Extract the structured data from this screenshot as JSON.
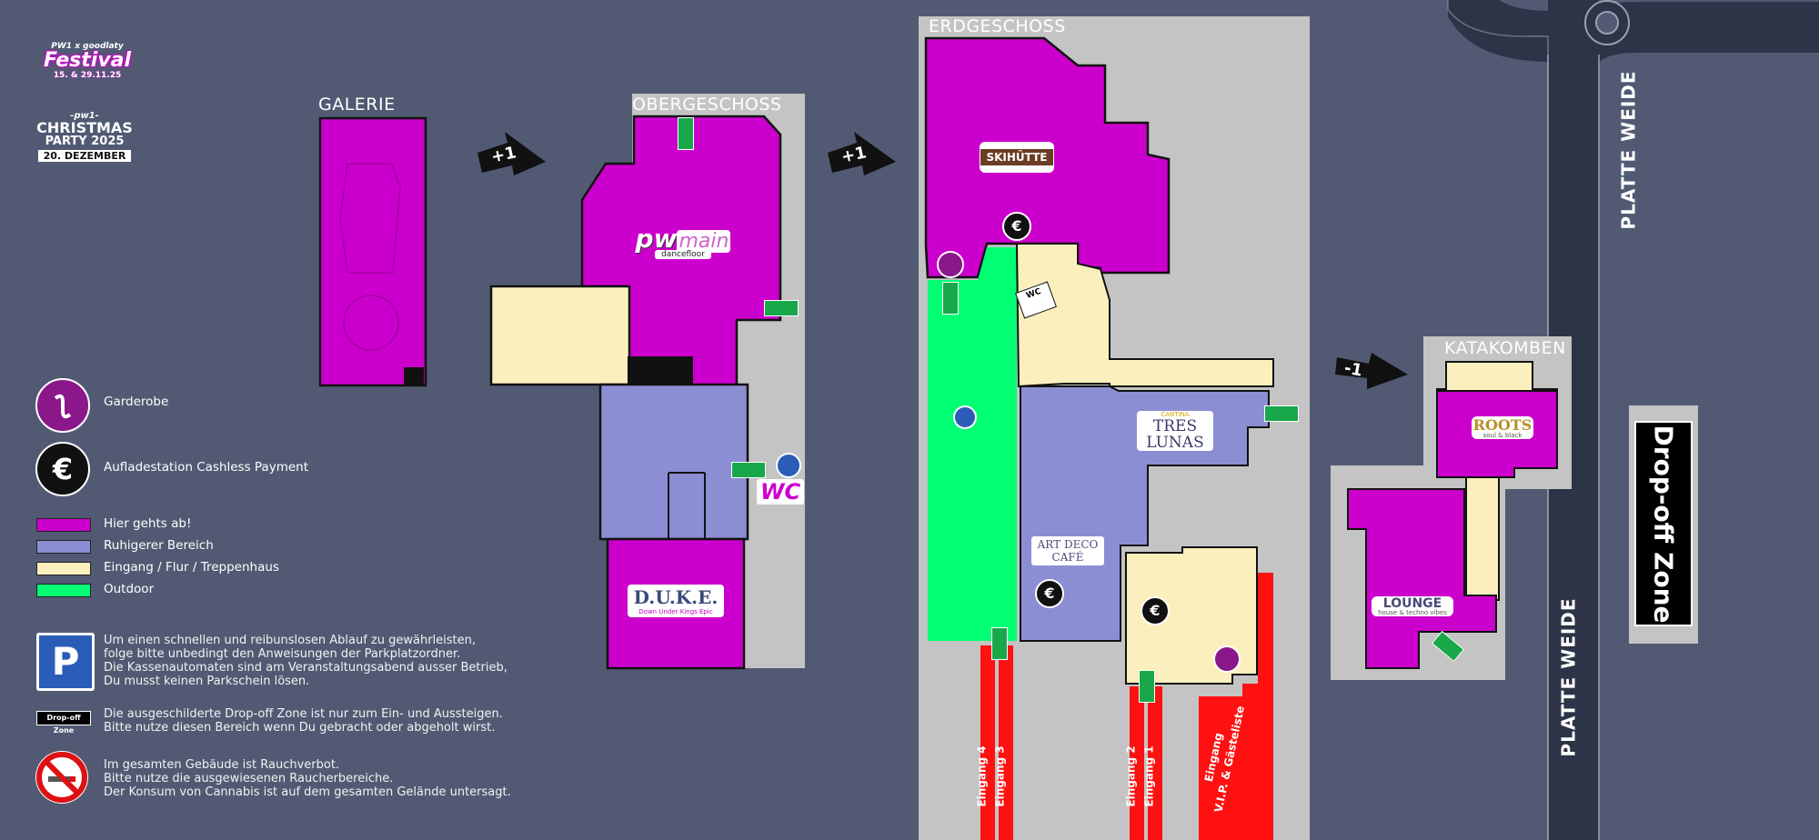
{
  "branding": {
    "festival": {
      "line1": "PW1 x goodlaty",
      "name": "Festival",
      "dates": "15. & 29.11.25"
    },
    "christmas": {
      "logo": "-pw1-",
      "line1": "CHRISTMAS",
      "line2": "PARTY 2025",
      "date": "20. DEZEMBER"
    }
  },
  "floors": {
    "galerie": "GALERIE",
    "obergeschoss": "OBERGESCHOSS",
    "erdgeschoss": "ERDGESCHOSS",
    "katakomben": "KATAKOMBEN"
  },
  "arrows": {
    "up_left": "+1",
    "up_right": "+1",
    "down": "-1"
  },
  "venues": {
    "pwmain": {
      "name_pw": "pw",
      "name_main": "main",
      "sub": "dancefloor"
    },
    "duke": {
      "name": "D.U.K.E.",
      "sub": "Down Under Kings Epic"
    },
    "wc_label": "WC",
    "wc_sign": "WC",
    "skihutte": "SKIHÜTTE",
    "tres_lunas": {
      "top": "CANTINA",
      "name": "TRES LUNAS"
    },
    "art_deco": "ART DECO CAFÉ",
    "roots": {
      "name": "ROOTS",
      "sub": "soul & black"
    },
    "elounge": {
      "name": "LOUNGE",
      "sub": "house & techno vibes"
    }
  },
  "entrances": {
    "e4": "Eingang 4",
    "e3": "Eingang 3",
    "e2": "Eingang 2",
    "e1": "Eingang 1",
    "vip1": "Eingang",
    "vip2": "V.I.P. & Gästeliste"
  },
  "streets": {
    "top": "PLATTE WEIDE",
    "bottom": "PLATTE WEIDE"
  },
  "dropoff": {
    "sign": "Drop-off Zone",
    "mini": "Drop-off Zone"
  },
  "legend": {
    "garderobe": "Garderobe",
    "cashless": "Aufladestation Cashless Payment",
    "hier": "Hier gehts ab!",
    "ruhig": "Ruhigerer Bereich",
    "eingang": "Eingang / Flur / Treppenhaus",
    "outdoor": "Outdoor",
    "parking_letter": "P",
    "euro": "€"
  },
  "info": {
    "parking": [
      "Um einen schnellen und reibunslosen Ablauf zu gewährleisten,",
      "folge bitte unbedingt den Anweisungen der Parkplatzordner.",
      "Die Kassenautomaten sind am Veranstaltungsabend ausser Betrieb,",
      "Du musst keinen Parkschein lösen."
    ],
    "dropoff": [
      "Die ausgeschilderte Drop-off Zone ist nur zum Ein- und Aussteigen.",
      "Bitte nutze diesen Bereich wenn Du gebracht oder abgeholt wirst."
    ],
    "smoking": [
      "Im gesamten Gebäude ist Rauchverbot.",
      "Bitte nutze die ausgewiesenen Raucherbereiche.",
      "Der Konsum von Cannabis ist auf dem gesamten Gelände untersagt."
    ]
  },
  "colors": {
    "background": "#525a73",
    "magenta": "#cc00cc",
    "lavender": "#8c8ed4",
    "cream": "#fbefbd",
    "outdoor": "#00ff73",
    "entrance_red": "#ff1111",
    "plot_grey": "#c4c4c4",
    "road": "#2d3447"
  }
}
